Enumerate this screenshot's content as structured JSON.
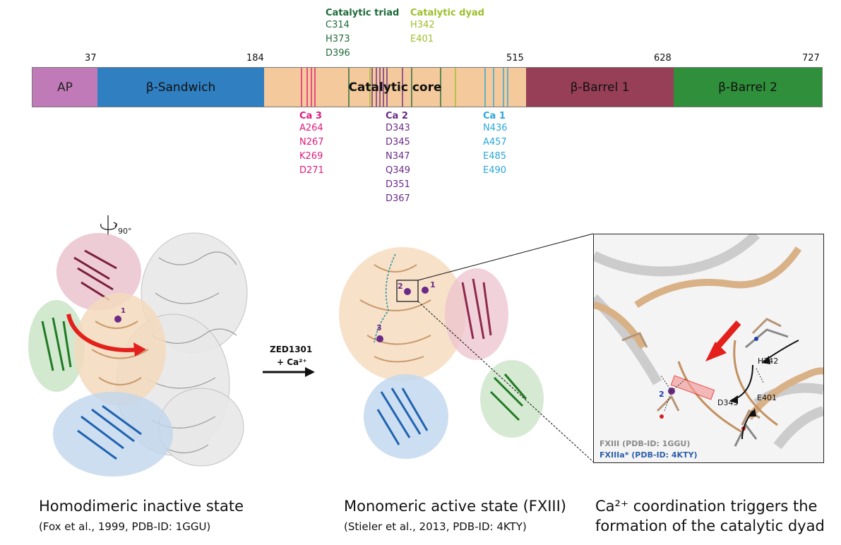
{
  "ruler": {
    "ticks": [
      "37",
      "184",
      "515",
      "628",
      "727"
    ]
  },
  "domains": [
    {
      "label": "AP",
      "color": "#c07ab8"
    },
    {
      "label": "β-Sandwich",
      "color": "#2f7fc1"
    },
    {
      "label": "Catalytic core",
      "color": "#f4c99b"
    },
    {
      "label": "β-Barrel 1",
      "color": "#973f57"
    },
    {
      "label": "β-Barrel 2",
      "color": "#2f8f3a"
    }
  ],
  "catalytic_triad": {
    "title": "Catalytic triad",
    "color": "#1e6b3a",
    "residues": [
      "C314",
      "H373",
      "D396"
    ]
  },
  "catalytic_dyad": {
    "title": "Catalytic dyad",
    "color": "#9cbf2a",
    "residues": [
      "H342",
      "E401"
    ]
  },
  "ca3": {
    "title": "Ca 3",
    "color": "#e0197d",
    "residues": [
      "A264",
      "N267",
      "K269",
      "D271"
    ]
  },
  "ca2": {
    "title": "Ca 2",
    "color": "#6a2a86",
    "residues": [
      "D343",
      "D345",
      "N347",
      "Q349",
      "D351",
      "D367"
    ]
  },
  "ca1": {
    "title": "Ca 1",
    "color": "#2aa7d9",
    "residues": [
      "N436",
      "A457",
      "E485",
      "E490"
    ]
  },
  "structure_left": {
    "rotation_label": "90°",
    "ca_label": "1"
  },
  "transition": {
    "line1": "ZED1301",
    "line2": "+ Ca²⁺"
  },
  "structure_middle": {
    "ca_labels": [
      "2",
      "1",
      "3"
    ]
  },
  "zoom_panel": {
    "residue_labels": [
      "H342",
      "D343",
      "E401"
    ],
    "ca_label": "2",
    "legend_grey": "FXIII (PDB-ID: 1GGU)",
    "legend_blue": "FXIIIa* (PDB-ID: 4KTY)"
  },
  "captions": {
    "left_title": "Homodimeric inactive state",
    "left_sub": "(Fox et al., 1999, PDB-ID: 1GGU)",
    "middle_title": "Monomeric active state (FXIII)",
    "middle_sub": "(Stieler et al., 2013, PDB-ID: 4KTY)",
    "right_line1": "Ca²⁺ coordination triggers the",
    "right_line2": "formation of the catalytic dyad"
  }
}
